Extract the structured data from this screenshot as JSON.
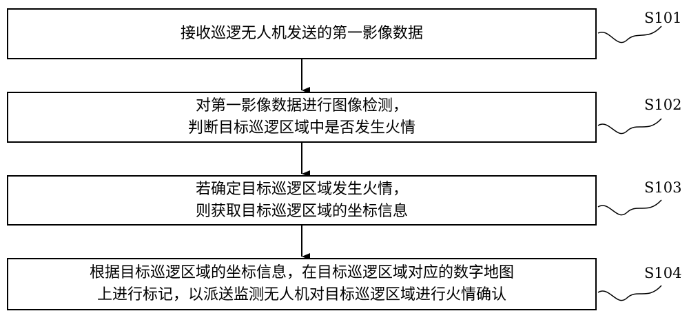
{
  "steps": [
    {
      "id": "S101",
      "lines": [
        "接收巡逻无人机发送的第一影像数据"
      ]
    },
    {
      "id": "S102",
      "lines": [
        "对第一影像数据进行图像检测，",
        "判断目标巡逻区域中是否发生火情"
      ]
    },
    {
      "id": "S103",
      "lines": [
        "若确定目标巡逻区域发生火情，",
        "则获取目标巡逻区域的坐标信息"
      ]
    },
    {
      "id": "S104",
      "lines": [
        "根据目标巡逻区域的坐标信息，在目标巡逻区域对应的数字地图",
        "上进行标记，以派送监测无人机对目标巡逻区域进行火情确认"
      ]
    }
  ]
}
